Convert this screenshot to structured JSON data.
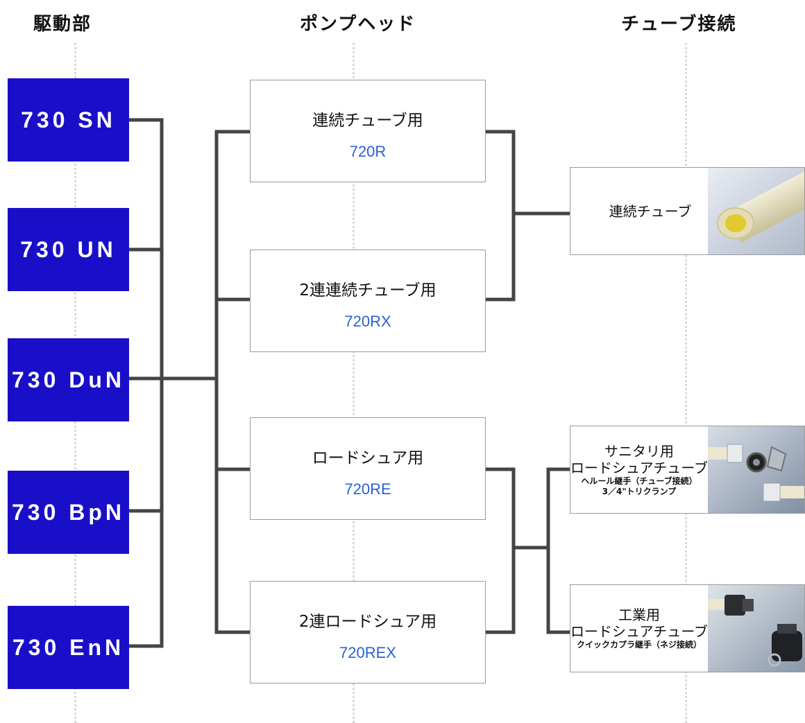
{
  "columns": {
    "drive": "駆動部",
    "pumphead": "ポンプヘッド",
    "tube": "チューブ接続"
  },
  "drives": [
    "730 SN",
    "730 UN",
    "730 DuN",
    "730 BpN",
    "730 EnN"
  ],
  "pumpheads": [
    {
      "title": "連続チューブ用",
      "model": "720R"
    },
    {
      "title": "2連連続チューブ用",
      "model": "720RX"
    },
    {
      "title": "ロードシュア用",
      "model": "720RE"
    },
    {
      "title": "2連ロードシュア用",
      "model": "720REX"
    }
  ],
  "tubes": [
    {
      "lines": [
        "連続チューブ"
      ]
    },
    {
      "lines": [
        "サニタリ用",
        "ロードシュアチューブ",
        "ヘルール継手（チューブ接続）",
        "3／4\"トリクランプ"
      ]
    },
    {
      "lines": [
        "工業用",
        "ロードシュアチューブ",
        "クイックカプラ継手（ネジ接続）"
      ]
    }
  ],
  "colors": {
    "drive_bg": "#1a0fc8",
    "model_text": "#2a5fd6",
    "connector": "#444444"
  }
}
